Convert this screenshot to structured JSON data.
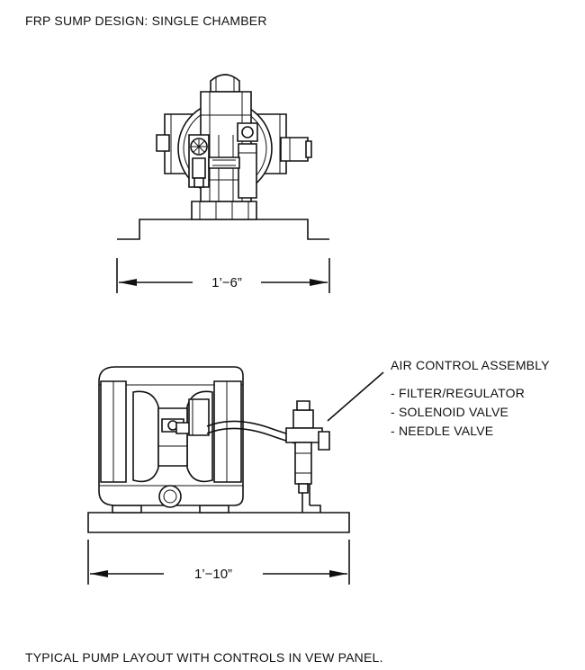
{
  "title": "FRP SUMP DESIGN:  SINGLE CHAMBER",
  "top_view": {
    "dimension": "1’−6”"
  },
  "side_view": {
    "dimension": "1’−10”",
    "callout": {
      "heading": "AIR CONTROL ASSEMBLY",
      "items": [
        "- FILTER/REGULATOR",
        "- SOLENOID VALVE",
        "- NEEDLE VALVE"
      ]
    }
  },
  "caption": "TYPICAL PUMP LAYOUT WITH CONTROLS IN VEW PANEL."
}
